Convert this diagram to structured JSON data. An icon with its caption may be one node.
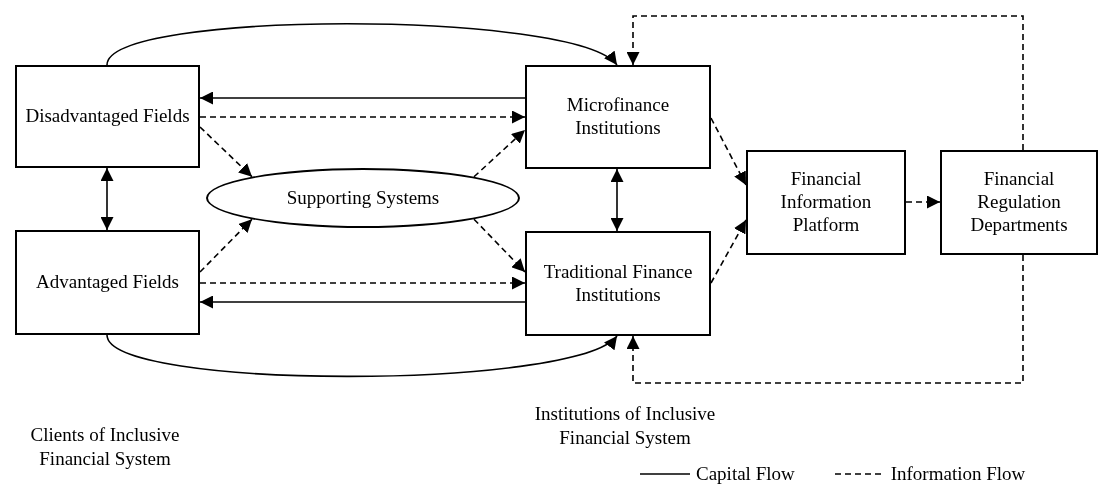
{
  "diagram": {
    "nodes": [
      {
        "text": [
          "Disadvantaged Fields"
        ]
      },
      {
        "text": [
          "Microfinance Institutions"
        ]
      },
      {
        "text": [
          "Supporting Systems"
        ]
      },
      {
        "text": [
          "Financial Information Platform"
        ]
      },
      {
        "text": [
          "Financial Regulation Departments"
        ]
      },
      {
        "text": [
          "Advantaged Fields"
        ]
      },
      {
        "text": [
          "Traditional Finance Institutions"
        ]
      }
    ],
    "edges": [
      {
        "from": 0,
        "to": 1,
        "arrow": "to"
      },
      {
        "from": 1,
        "to": 0,
        "arrow": "to"
      },
      {
        "from": 0,
        "to": 1,
        "arrow": "to",
        "style": "dashed"
      },
      {
        "from": 0,
        "to": 2,
        "arrow": "to",
        "style": "dashed"
      },
      {
        "from": 2,
        "to": 1,
        "arrow": "to",
        "style": "dashed"
      },
      {
        "from": 0,
        "to": 5,
        "arrow": "both"
      },
      {
        "from": 5,
        "to": 2,
        "arrow": "to",
        "style": "dashed"
      },
      {
        "from": 2,
        "to": 6,
        "arrow": "to",
        "style": "dashed"
      },
      {
        "from": 5,
        "to": 6,
        "arrow": "to",
        "style": "dashed"
      },
      {
        "from": 6,
        "to": 5,
        "arrow": "to"
      },
      {
        "from": 5,
        "to": 6,
        "arrow": "to"
      },
      {
        "from": 1,
        "to": 6,
        "arrow": "both"
      },
      {
        "from": 1,
        "to": 3,
        "arrow": "to",
        "style": "dashed"
      },
      {
        "from": 6,
        "to": 3,
        "arrow": "to",
        "style": "dashed"
      },
      {
        "from": 3,
        "to": 4,
        "arrow": "to",
        "style": "dashed"
      },
      {
        "from": 4,
        "to": 1,
        "arrow": "to",
        "style": "dashed"
      },
      {
        "from": 4,
        "to": 6,
        "arrow": "to",
        "style": "dashed"
      }
    ],
    "labels": [
      "Institutions of Inclusive Financial System",
      "Clients of Inclusive Financial System"
    ],
    "legend": [
      {
        "text": "Capital Flow"
      },
      {
        "text": "Information Flow"
      }
    ]
  }
}
